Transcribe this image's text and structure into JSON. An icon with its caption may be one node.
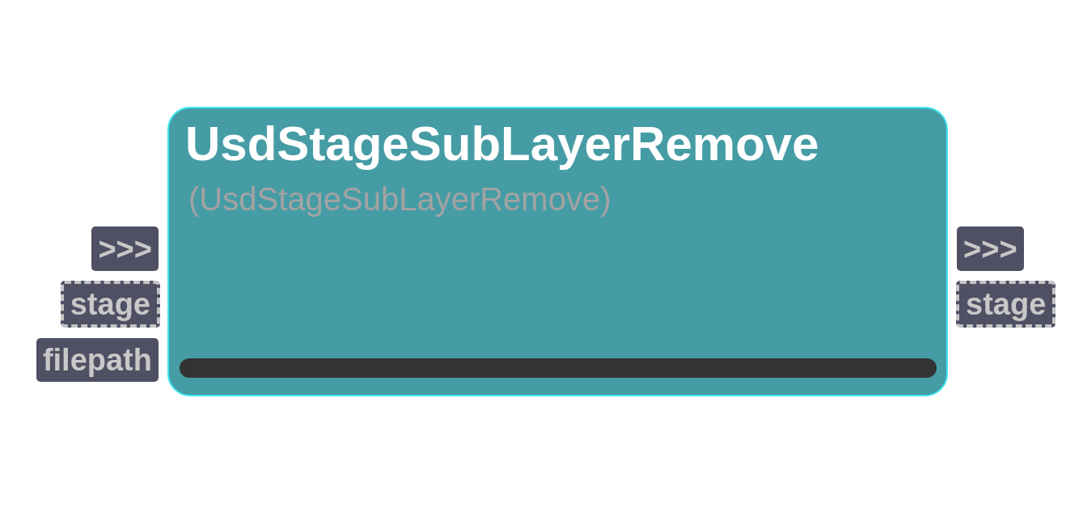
{
  "diagram": {
    "nodes": [
      {
        "text": [
          "UsdStageSubLayerRemove",
          "(UsdStageSubLayerRemove)"
        ]
      },
      {
        "text": [
          ">>>"
        ]
      },
      {
        "text": [
          "stage"
        ]
      },
      {
        "text": [
          "filepath"
        ]
      },
      {
        "text": [
          ">>>"
        ]
      },
      {
        "text": [
          "stage"
        ]
      }
    ]
  }
}
